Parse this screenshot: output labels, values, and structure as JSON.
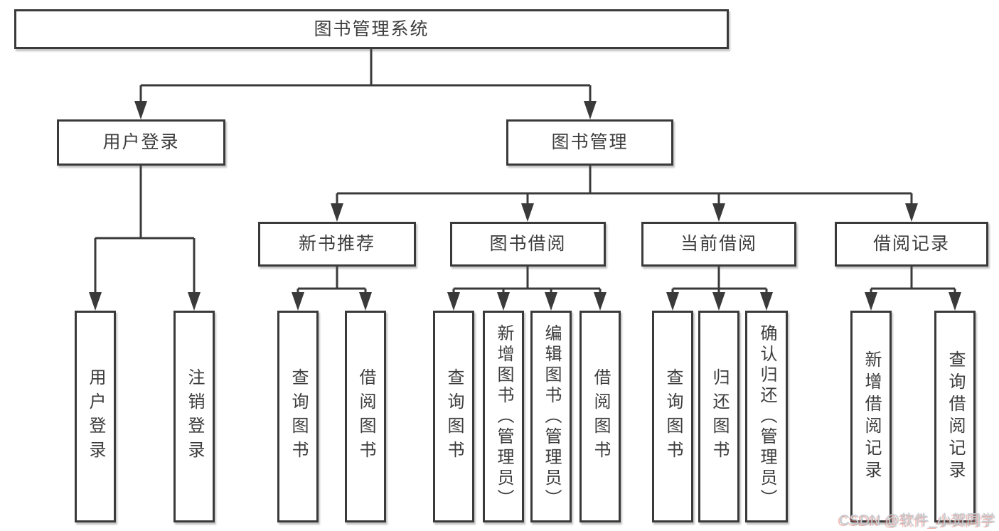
{
  "tree": {
    "label": "图书管理系统",
    "children": [
      {
        "label": "用户登录",
        "children": [
          {
            "label": "用户登录"
          },
          {
            "label": "注销登录"
          }
        ]
      },
      {
        "label": "图书管理",
        "children": [
          {
            "label": "新书推荐",
            "children": [
              {
                "label": "查询图书"
              },
              {
                "label": "借阅图书"
              }
            ]
          },
          {
            "label": "图书借阅",
            "children": [
              {
                "label": "查询图书"
              },
              {
                "label": "新增图书（管理员）"
              },
              {
                "label": "编辑图书（管理员）"
              },
              {
                "label": "借阅图书"
              }
            ]
          },
          {
            "label": "当前借阅",
            "children": [
              {
                "label": "查询图书"
              },
              {
                "label": "归还图书"
              },
              {
                "label": "确认归还（管理员）"
              }
            ]
          },
          {
            "label": "借阅记录",
            "children": [
              {
                "label": "新增借阅记录"
              },
              {
                "label": "查询借阅记录"
              }
            ]
          }
        ]
      }
    ]
  },
  "watermark": {
    "text": "CSDN @软件_小贺同学"
  },
  "colors": {
    "line": "#3a3a3a",
    "box_border": "#3a3a3a",
    "box_background": "#ffffff",
    "text": "#3d3d3d",
    "watermark_text": "#c9cdd2",
    "watermark_accent": "#eb6e64"
  }
}
